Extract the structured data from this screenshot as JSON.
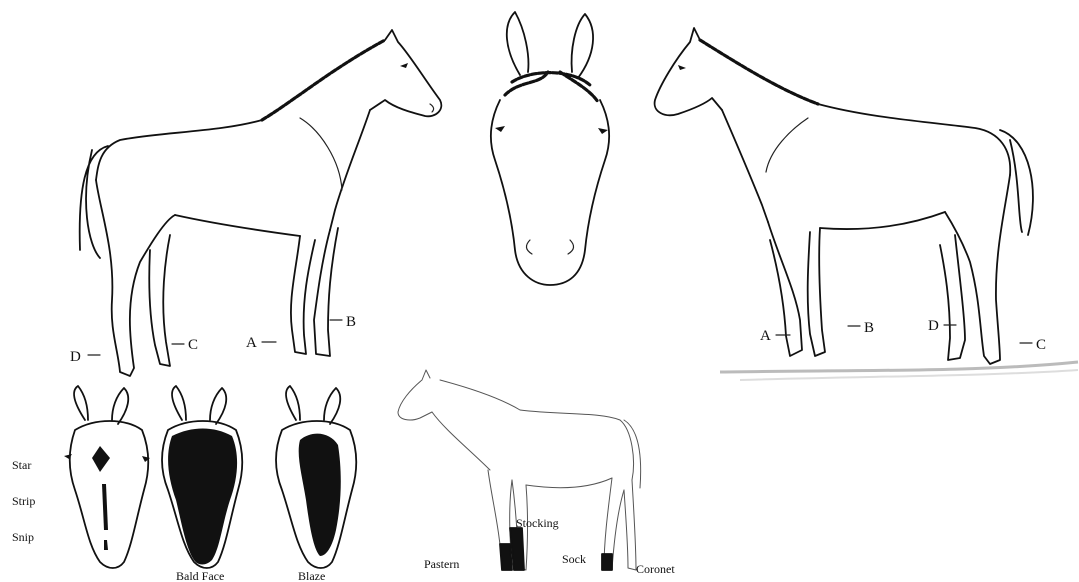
{
  "left_horse": {
    "labels": {
      "a": "A",
      "b": "B",
      "c": "C",
      "d": "D"
    }
  },
  "right_horse": {
    "labels": {
      "a": "A",
      "b": "B",
      "c": "C",
      "d": "D"
    }
  },
  "face_markings": {
    "side_labels": [
      "Star",
      "Strip",
      "Snip"
    ],
    "captions": {
      "bald_face": "Bald Face",
      "blaze": "Blaze"
    }
  },
  "leg_markings": {
    "labels": {
      "stocking": "Stocking",
      "pastern": "Pastern",
      "sock": "Sock",
      "coronet": "Coronet"
    }
  },
  "colors": {
    "ink": "#111111",
    "background": "#ffffff"
  }
}
